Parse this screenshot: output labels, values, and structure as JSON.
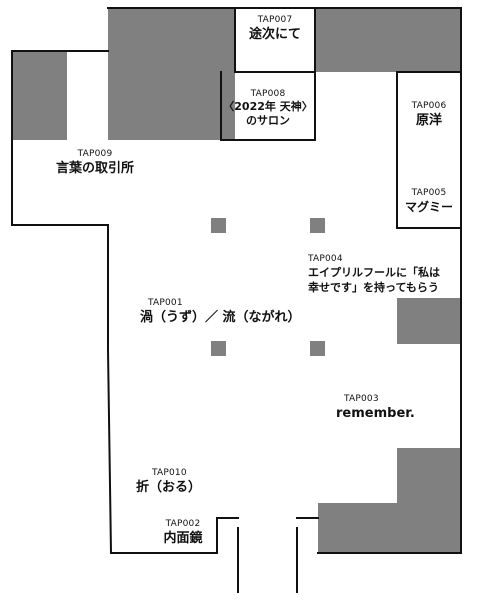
{
  "colors": {
    "wall": "#111111",
    "block": "#808080",
    "background": "#ffffff"
  },
  "rooms": [
    {
      "code": "TAP007",
      "name": "途次にて"
    },
    {
      "code": "TAP008",
      "name_line1": "〈2022年 天神〉",
      "name_line2": "のサロン"
    },
    {
      "code": "TAP006",
      "name": "原洋"
    },
    {
      "code": "TAP005",
      "name": "マグミー"
    },
    {
      "code": "TAP009",
      "name": "言葉の取引所"
    },
    {
      "code": "TAP004",
      "name_line1": "エイプリルフールに「私は",
      "name_line2": "幸せです」を持ってもらう"
    },
    {
      "code": "TAP001",
      "name": "渦（うず）／ 流（ながれ）"
    },
    {
      "code": "TAP003",
      "name": "remember."
    },
    {
      "code": "TAP010",
      "name": "折（おる）"
    },
    {
      "code": "TAP002",
      "name": "内面鏡"
    }
  ]
}
